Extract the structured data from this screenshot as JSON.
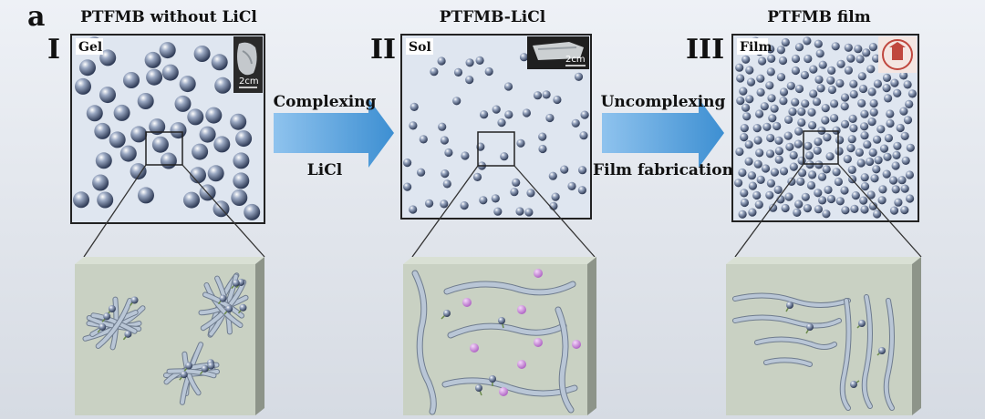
{
  "figure_letter": "a",
  "panels": [
    {
      "numeral": "I",
      "title": "PTFMB without LiCl",
      "state_label": "Gel",
      "scale_bar": "2cm"
    },
    {
      "numeral": "II",
      "title": "PTFMB-LiCl",
      "state_label": "Sol",
      "scale_bar": "2cm"
    },
    {
      "numeral": "III",
      "title": "PTFMB film",
      "state_label": "Film"
    }
  ],
  "arrows": [
    {
      "top_label": "Complexing",
      "bottom_label": "LiCl"
    },
    {
      "top_label": "Uncomplexing",
      "bottom_label": "Film fabrication"
    }
  ],
  "colors": {
    "arrow": "#4f9ad6",
    "sphere": "#4a5a78",
    "box_fill": "#dfe6f0",
    "tile_face": "#c9d1c3",
    "chain": "#b9c6d6",
    "li_ion": "#c77fd4"
  }
}
